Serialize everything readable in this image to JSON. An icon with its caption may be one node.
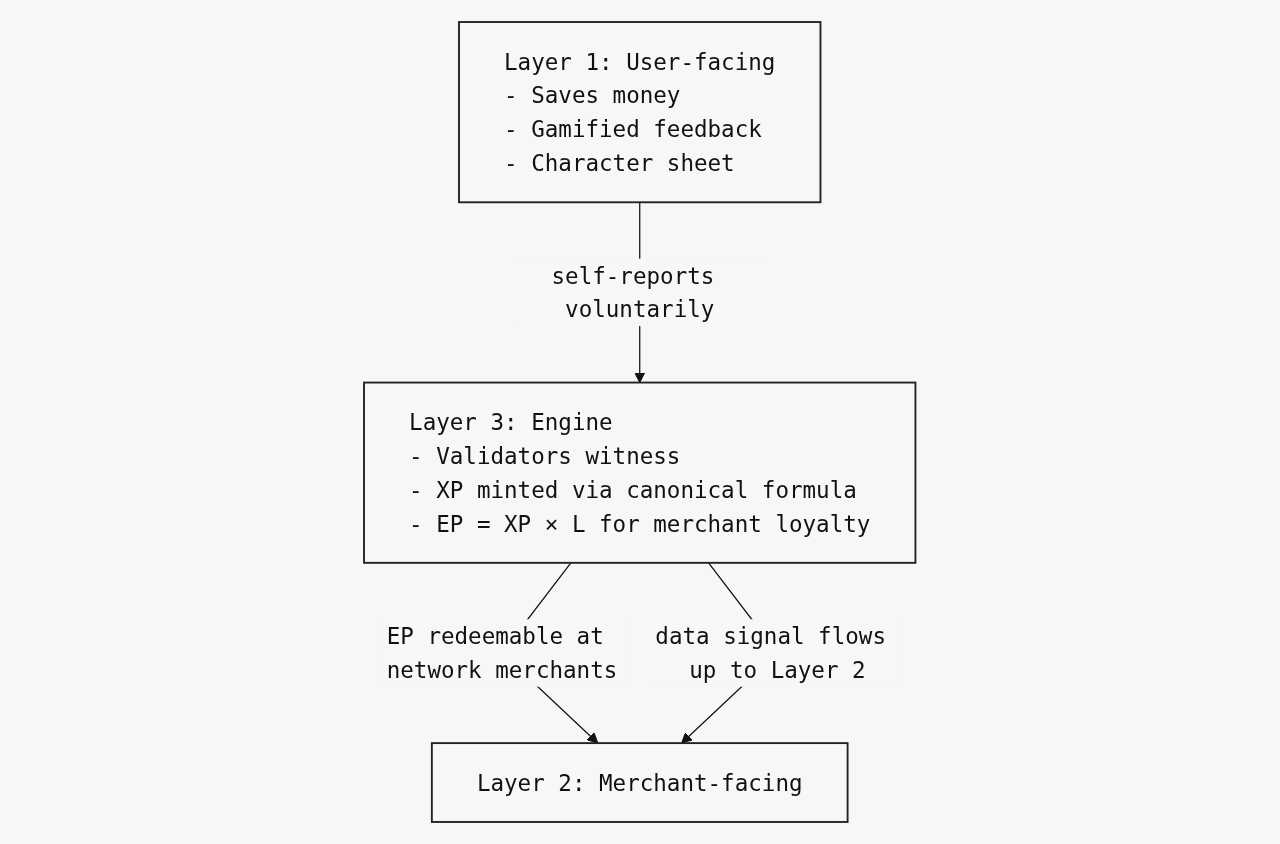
{
  "diagram": {
    "nodes": [
      {
        "text": [
          "Layer 1: User-facing",
          "- Saves money",
          "- Gamified feedback",
          "- Character sheet"
        ]
      },
      {
        "text": [
          "Layer 3: Engine",
          "- Validators witness",
          "- XP minted via canonical formula",
          "- EP = XP × L for merchant loyalty"
        ]
      },
      {
        "text": [
          "Layer 2: Merchant-facing"
        ]
      }
    ],
    "edges": [
      {
        "from": 0,
        "to": 1,
        "arrow": "to",
        "label": "self-reports voluntarily"
      },
      {
        "from": 1,
        "to": 2,
        "arrow": "to",
        "label": "EP redeemable at network merchants"
      },
      {
        "from": 1,
        "to": 2,
        "arrow": "to",
        "label": "data signal flows up to Layer 2"
      }
    ]
  }
}
